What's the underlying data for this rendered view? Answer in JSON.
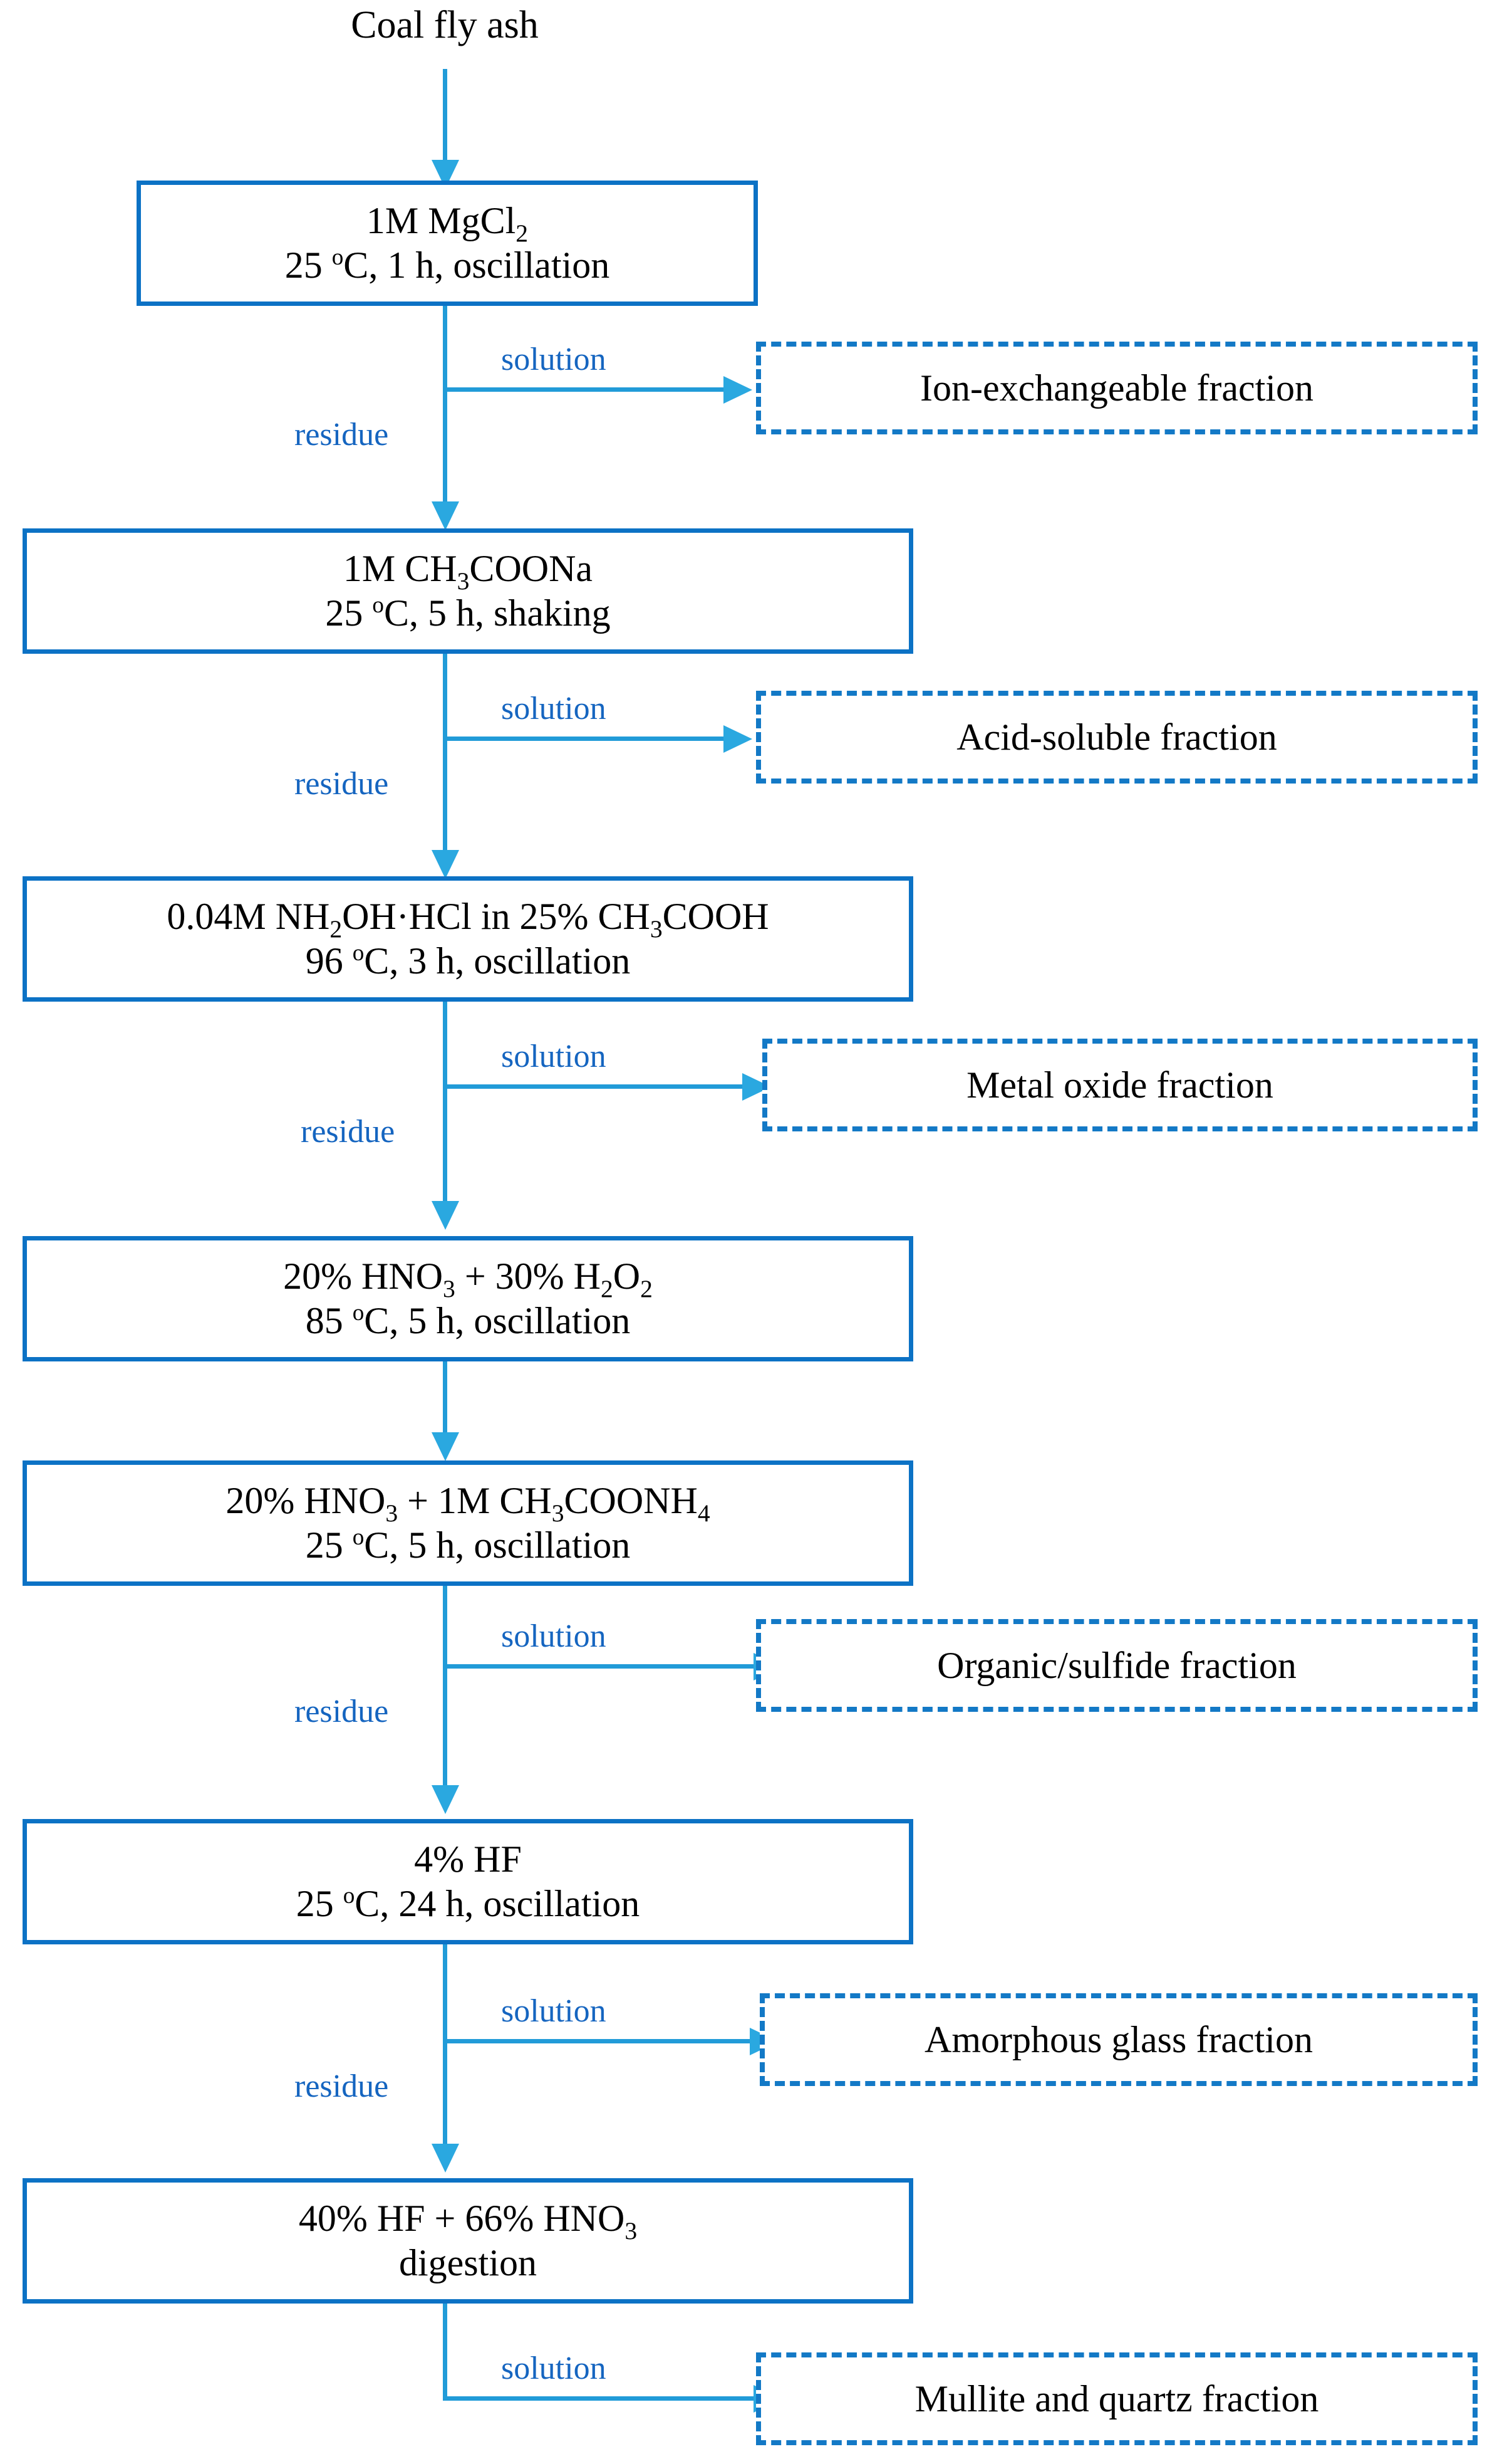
{
  "diagram": {
    "title": "Coal fly ash",
    "edge_labels": {
      "solution": "solution",
      "residue": "residue"
    },
    "colors": {
      "box_border": "#0C72C5",
      "dashed_border": "#1379C6",
      "connector": "#219BD8",
      "arrow": "#2AA8E0",
      "label_text": "#1565C0",
      "body_text": "#000000",
      "background": "#ffffff"
    },
    "steps": [
      {
        "id": "step-1",
        "reagent_plain": "1M MgCl2",
        "reagent_parts": [
          {
            "t": "1M MgCl",
            "k": "n"
          },
          {
            "t": "2",
            "k": "sub"
          }
        ],
        "conditions_plain": "25 °C, 1 h, oscillation",
        "conditions_parts": [
          {
            "t": "25 ",
            "k": "n"
          },
          {
            "t": "o",
            "k": "deg"
          },
          {
            "t": "C, 1 h, oscillation",
            "k": "n"
          }
        ],
        "residue_label": "residue",
        "solution_label": "solution",
        "output": "Ion-exchangeable fraction"
      },
      {
        "id": "step-2",
        "reagent_plain": "1M CH3COONa",
        "reagent_parts": [
          {
            "t": "1M CH",
            "k": "n"
          },
          {
            "t": "3",
            "k": "sub"
          },
          {
            "t": "COONa",
            "k": "n"
          }
        ],
        "conditions_plain": "25 °C, 5 h, shaking",
        "conditions_parts": [
          {
            "t": "25 ",
            "k": "n"
          },
          {
            "t": "o",
            "k": "deg"
          },
          {
            "t": "C, 5 h, shaking",
            "k": "n"
          }
        ],
        "residue_label": "residue",
        "solution_label": "solution",
        "output": "Acid-soluble fraction"
      },
      {
        "id": "step-3",
        "reagent_plain": "0.04M NH2OH·HCl in 25% CH3COOH",
        "reagent_parts": [
          {
            "t": "0.04M NH",
            "k": "n"
          },
          {
            "t": "2",
            "k": "sub"
          },
          {
            "t": "OH·HCl in 25% CH",
            "k": "n"
          },
          {
            "t": "3",
            "k": "sub"
          },
          {
            "t": "COOH",
            "k": "n"
          }
        ],
        "conditions_plain": "96 °C, 3 h, oscillation",
        "conditions_parts": [
          {
            "t": "96 ",
            "k": "n"
          },
          {
            "t": "o",
            "k": "deg"
          },
          {
            "t": "C, 3 h, oscillation",
            "k": "n"
          }
        ],
        "residue_label": "residue",
        "solution_label": "solution",
        "output": "Metal oxide fraction"
      },
      {
        "id": "step-4",
        "reagent_plain": "20% HNO3 + 30% H2O2",
        "reagent_parts": [
          {
            "t": "20% HNO",
            "k": "n"
          },
          {
            "t": "3",
            "k": "sub"
          },
          {
            "t": " + 30% H",
            "k": "n"
          },
          {
            "t": "2",
            "k": "sub"
          },
          {
            "t": "O",
            "k": "n"
          },
          {
            "t": "2",
            "k": "sub"
          }
        ],
        "conditions_plain": "85 °C, 5 h, oscillation",
        "conditions_parts": [
          {
            "t": "85 ",
            "k": "n"
          },
          {
            "t": "o",
            "k": "deg"
          },
          {
            "t": "C, 5 h, oscillation",
            "k": "n"
          }
        ],
        "residue_label": "",
        "solution_label": "",
        "output": ""
      },
      {
        "id": "step-5",
        "reagent_plain": "20% HNO3 + 1M CH3COONH4",
        "reagent_parts": [
          {
            "t": "20% HNO",
            "k": "n"
          },
          {
            "t": "3",
            "k": "sub"
          },
          {
            "t": " + 1M CH",
            "k": "n"
          },
          {
            "t": "3",
            "k": "sub"
          },
          {
            "t": "COONH",
            "k": "n"
          },
          {
            "t": "4",
            "k": "sub"
          }
        ],
        "conditions_plain": "25 °C, 5 h, oscillation",
        "conditions_parts": [
          {
            "t": "25 ",
            "k": "n"
          },
          {
            "t": "o",
            "k": "deg"
          },
          {
            "t": "C, 5 h, oscillation",
            "k": "n"
          }
        ],
        "residue_label": "residue",
        "solution_label": "solution",
        "output": "Organic/sulfide fraction"
      },
      {
        "id": "step-6",
        "reagent_plain": "4% HF",
        "reagent_parts": [
          {
            "t": "4% HF",
            "k": "n"
          }
        ],
        "conditions_plain": "25 °C, 24 h, oscillation",
        "conditions_parts": [
          {
            "t": "25 ",
            "k": "n"
          },
          {
            "t": "o",
            "k": "deg"
          },
          {
            "t": "C, 24 h, oscillation",
            "k": "n"
          }
        ],
        "residue_label": "residue",
        "solution_label": "solution",
        "output": "Amorphous glass fraction"
      },
      {
        "id": "step-7",
        "reagent_plain": "40% HF + 66% HNO3",
        "reagent_parts": [
          {
            "t": "40% HF + 66% HNO",
            "k": "n"
          },
          {
            "t": "3",
            "k": "sub"
          }
        ],
        "conditions_plain": "digestion",
        "conditions_parts": [
          {
            "t": "digestion",
            "k": "n"
          }
        ],
        "residue_label": "",
        "solution_label": "solution",
        "output": "Mullite and quartz fraction"
      }
    ]
  }
}
